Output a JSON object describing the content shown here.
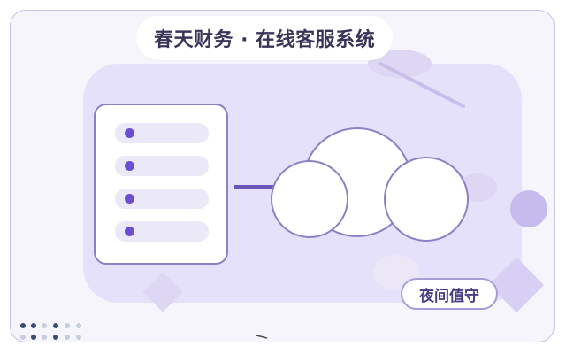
{
  "title": "春天财务 · 在线客服系统",
  "badge_label": "夜间值守",
  "list_item_count": 4,
  "colors": {
    "accent": "#6d4ed2",
    "panel": "#e6e1fa",
    "outline": "#8e7fc6",
    "text": "#3c3458"
  },
  "icons": [
    "cloud-icon",
    "list-icon",
    "connector-line"
  ]
}
